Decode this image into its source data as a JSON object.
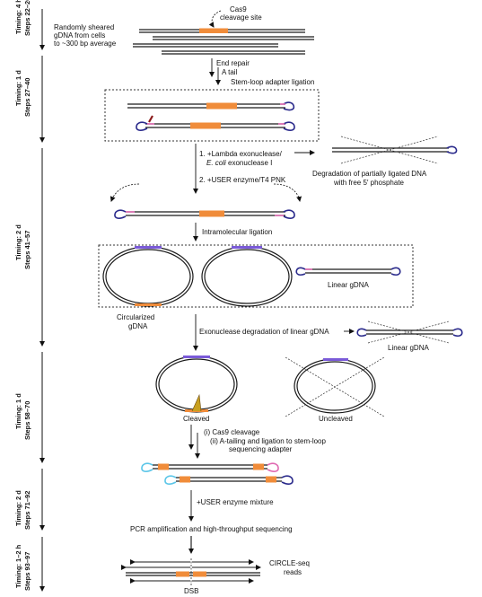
{
  "timings": [
    {
      "timing": "Timing: 4 h",
      "steps": "Steps 22–26"
    },
    {
      "timing": "Timing: 1 d",
      "steps": "Steps 27–40"
    },
    {
      "timing": "Timing: 2 d",
      "steps": "Steps 41–57"
    },
    {
      "timing": "Timing: 1 d",
      "steps": "Steps 58–70"
    },
    {
      "timing": "Timing: 2 d",
      "steps": "Steps 71–92"
    },
    {
      "timing": "Timing: 1–2 h",
      "steps": "Steps 93–97"
    }
  ],
  "sheared": {
    "line1": "Randomly sheared",
    "line2": "gDNA from cells",
    "line3": "to ~300 bp average"
  },
  "cas9_site": {
    "line1": "Cas9",
    "line2": "cleavage site"
  },
  "prep_steps": {
    "end_repair": "End repair",
    "a_tail": "A tail",
    "ligation": "Stem-loop adapter ligation"
  },
  "exo": {
    "line1": "1. +Lambda exonuclease/",
    "line2_italic": "E. coli",
    "line2_rest": " exonuclease I",
    "line3": "2. +USER enzyme/T4 PNK"
  },
  "degradation": {
    "line1": "Degradation of partially ligated DNA",
    "line2": "with free 5′ phosphate"
  },
  "intramolecular": "Intramolecular ligation",
  "linear_gdna": "Linear gDNA",
  "circularized": {
    "line1": "Circularized",
    "line2": "gDNA"
  },
  "exonuclease_linear": "Exonuclease degradation of linear gDNA",
  "linear_gdna_2": "Linear gDNA",
  "cleaved": "Cleaved",
  "uncleaved": "Uncleaved",
  "cas9_cleavage": {
    "step1": "(i) Cas9 cleavage",
    "step2a": "(ii) A-tailing and ligation to stem-loop",
    "step2b": "sequencing adapter"
  },
  "user_mixture": "+USER enzyme mixture",
  "pcr": "PCR amplification and high-throughput sequencing",
  "circle_seq": {
    "line1": "CIRCLE-seq",
    "line2": "reads"
  },
  "dsb": "DSB",
  "colors": {
    "dna": "#1a1a1a",
    "cas9_site": "#f08c3a",
    "loop": "#2b2b8c",
    "loop_pink": "#e06ab2",
    "loop_cyan": "#5cc6e8",
    "uncut_band": "#7a5ad8"
  }
}
